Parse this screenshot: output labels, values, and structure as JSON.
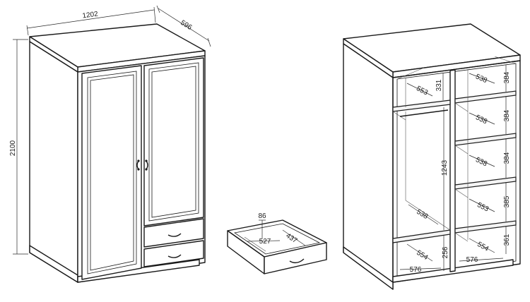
{
  "wardrobe": {
    "width": "1202",
    "depth": "596",
    "height": "2100"
  },
  "drawer": {
    "height": "86",
    "width": "527",
    "depth": "437"
  },
  "interior": {
    "top_left_depth": "553",
    "top_left_height": "331",
    "hanging_height": "1243",
    "hanging_depth": "538",
    "bottom_left_depth": "554",
    "bottom_left_height": "256",
    "bottom_left_width": "576",
    "right_shelf1_depth": "538",
    "right_shelf1_height": "384",
    "right_shelf2_depth": "538",
    "right_shelf2_height": "384",
    "right_shelf3_depth": "538",
    "right_shelf3_height": "384",
    "right_shelf4_depth": "553",
    "right_shelf4_height": "385",
    "right_bottom_depth": "554",
    "right_bottom_height": "361",
    "right_bottom_width": "576"
  }
}
